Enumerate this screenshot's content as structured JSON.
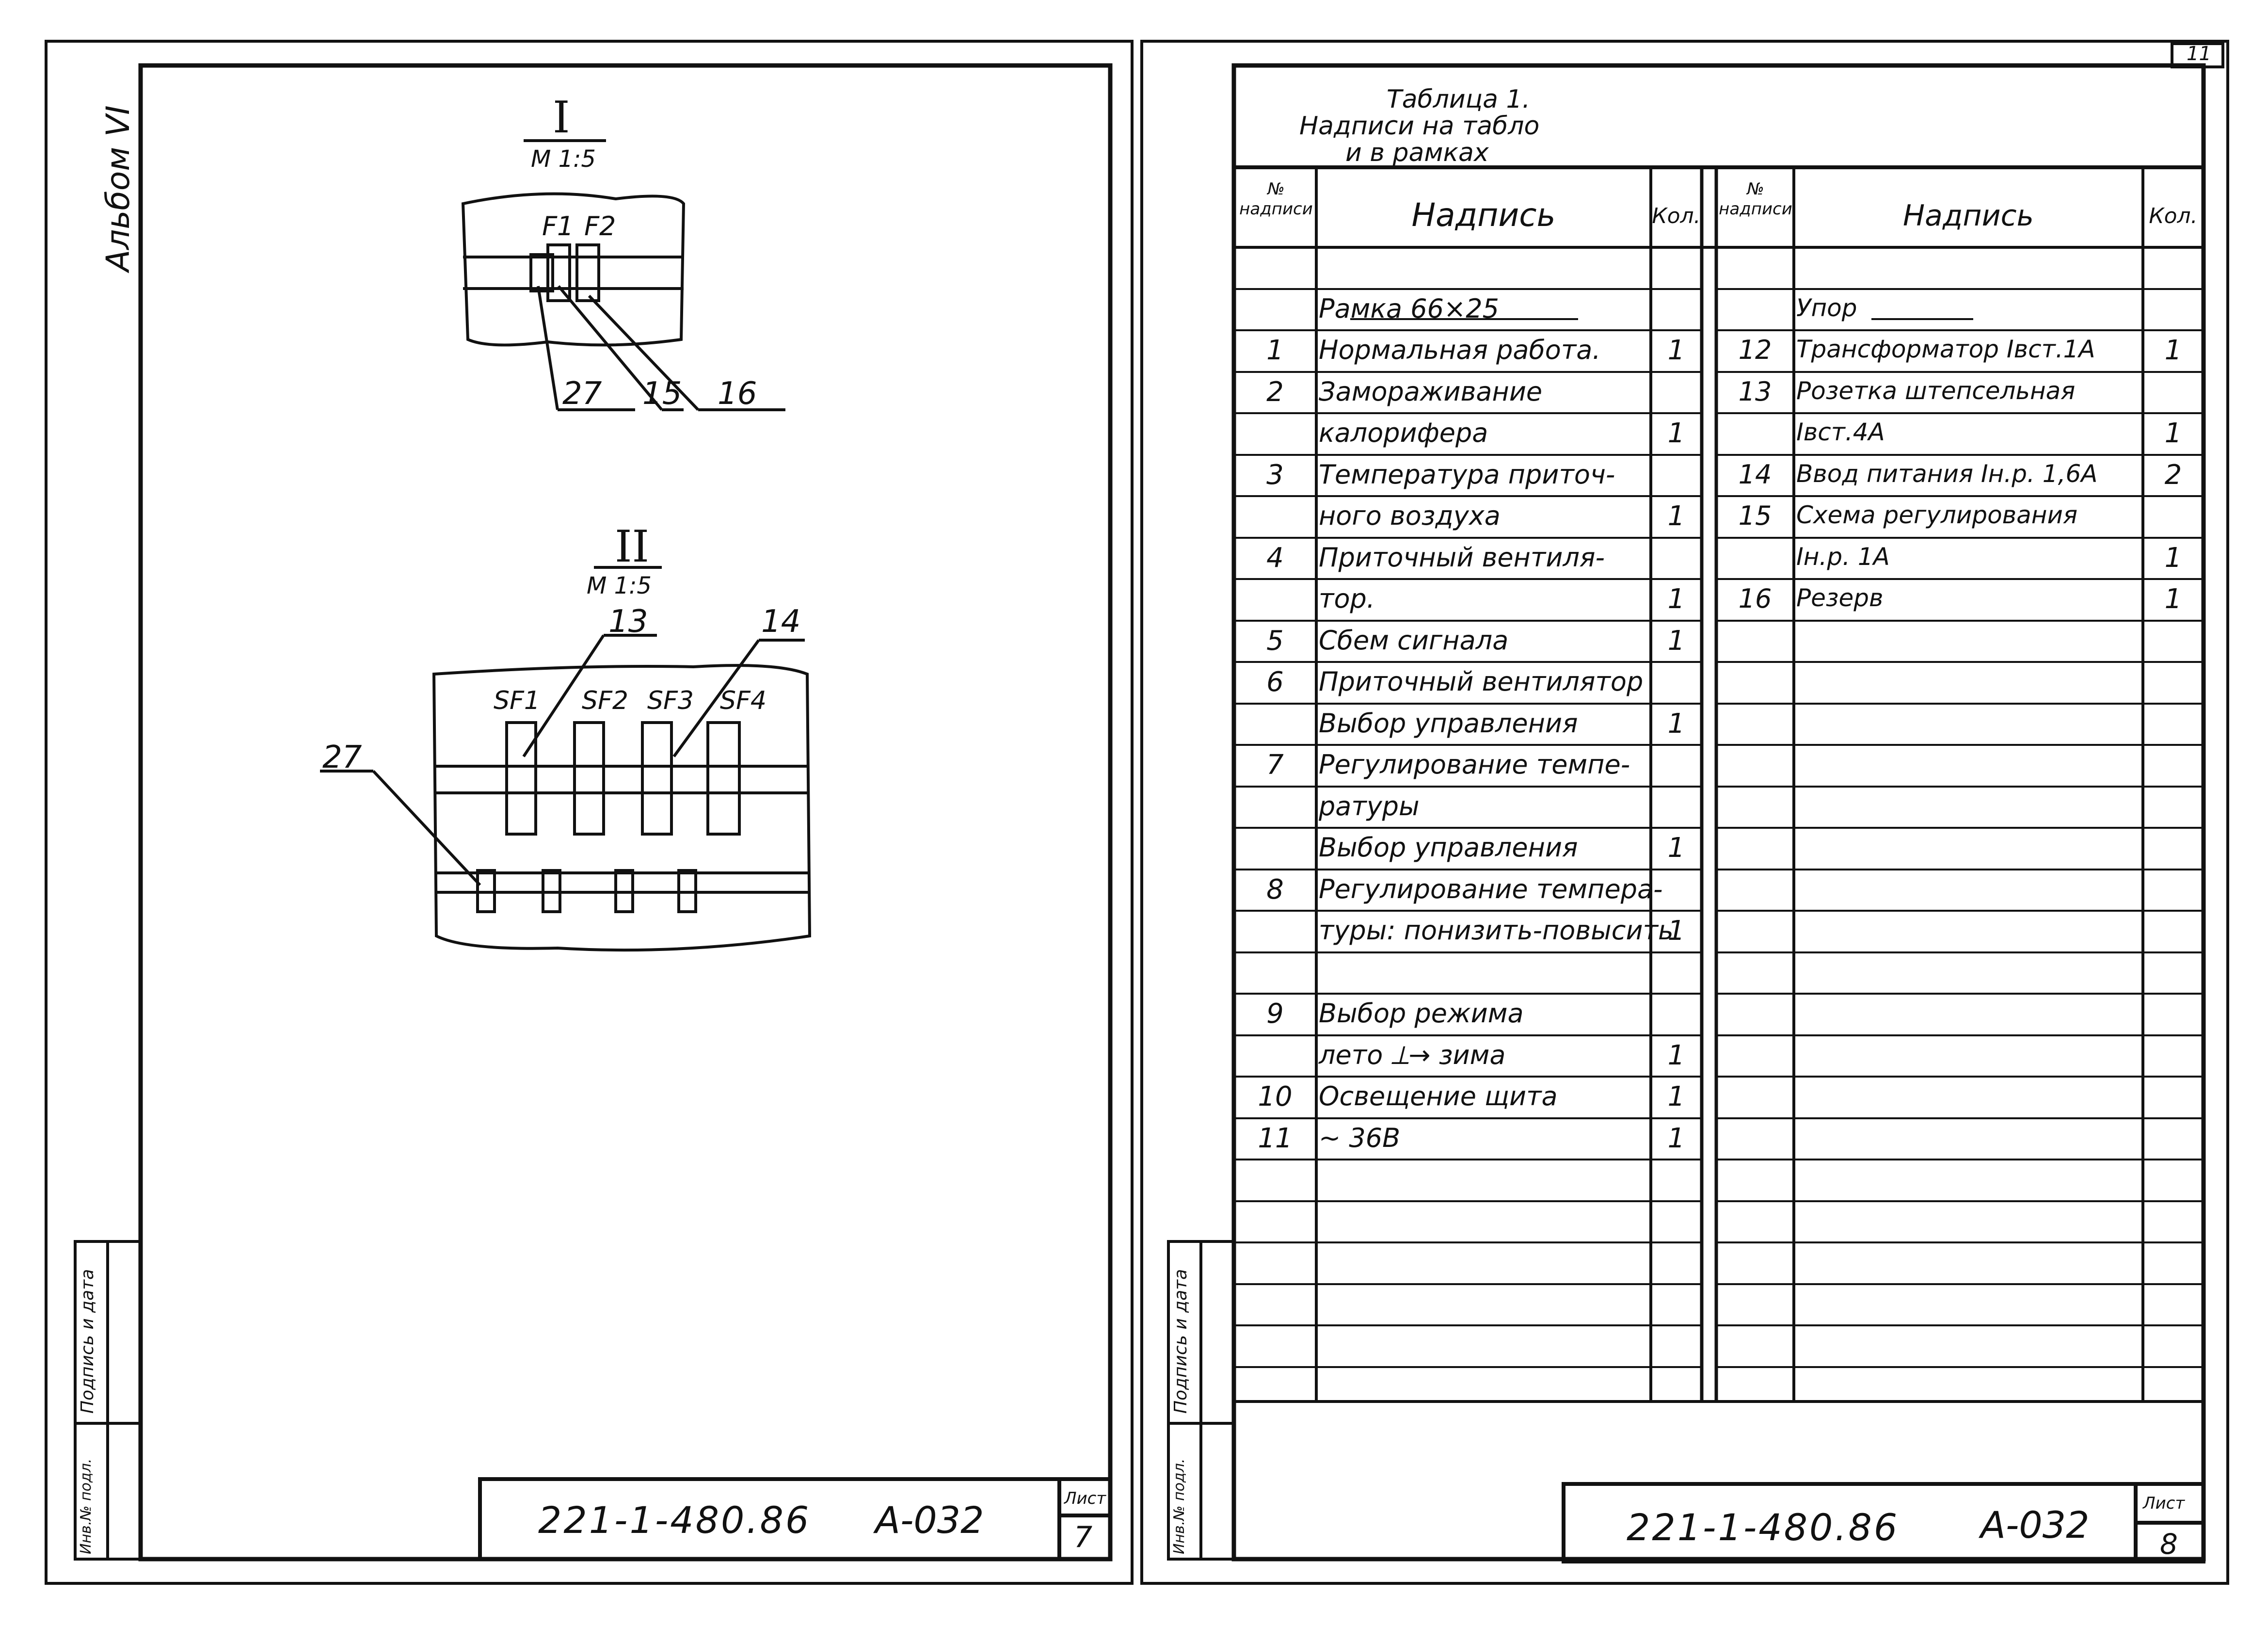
{
  "sheet_number_corner": "11",
  "left_sheet": {
    "album_label": "Альбом VI",
    "detail1": {
      "label": "I",
      "scale": "М 1:5",
      "switches": [
        "F1",
        "F2"
      ],
      "callouts": [
        "27",
        "15",
        "16"
      ]
    },
    "detail2": {
      "label": "II",
      "scale": "М 1:5",
      "breakers": [
        "SF1",
        "SF2",
        "SF3",
        "SF4"
      ],
      "callouts": [
        "13",
        "14",
        "27"
      ]
    },
    "side_stamp": {
      "inv_no": "Инв.№ подл.",
      "sign_date": "Подпись и дата"
    },
    "title_block": {
      "code": "221-1-480.86",
      "doc": "А-032",
      "sheet_label": "Лист",
      "sheet_no": "7"
    }
  },
  "right_sheet": {
    "table_title": [
      "Таблица 1.",
      "Надписи на табло",
      "и в рамках"
    ],
    "headers": {
      "no": "№ надписи",
      "text": "Надпись",
      "qty": "Кол."
    },
    "left_rows": [
      [
        "",
        "",
        ""
      ],
      [
        "",
        "Рамка 66×25",
        ""
      ],
      [
        "1",
        "Нормальная работа.",
        "1"
      ],
      [
        "2",
        "Замораживание",
        ""
      ],
      [
        "",
        "калорифера",
        "1"
      ],
      [
        "3",
        "Температура приточ-",
        ""
      ],
      [
        "",
        "ного воздуха",
        "1"
      ],
      [
        "4",
        "Приточный вентиля-",
        ""
      ],
      [
        "",
        "тор.",
        "1"
      ],
      [
        "5",
        "Сбем сигнала",
        "1"
      ],
      [
        "6",
        "Приточный вентилятор",
        ""
      ],
      [
        "",
        "Выбор управления",
        "1"
      ],
      [
        "7",
        "Регулирование темпе-",
        ""
      ],
      [
        "",
        "ратуры",
        ""
      ],
      [
        "",
        "Выбор управления",
        "1"
      ],
      [
        "8",
        "Регулирование темпера-",
        ""
      ],
      [
        "",
        "туры: понизить-повысить",
        "1"
      ],
      [
        "",
        "",
        ""
      ],
      [
        "9",
        "Выбор режима",
        ""
      ],
      [
        "",
        "лето ⟂→ зима",
        "1"
      ],
      [
        "10",
        "Освещение щита",
        "1"
      ],
      [
        "11",
        "~ 36В",
        "1"
      ]
    ],
    "right_rows": [
      [
        "",
        "",
        ""
      ],
      [
        "",
        "Упор",
        ""
      ],
      [
        "12",
        "Трансформатор Iвст.1А",
        "1"
      ],
      [
        "13",
        "Розетка штепсельная",
        ""
      ],
      [
        "",
        "Iвст.4А",
        "1"
      ],
      [
        "14",
        "Ввод питания Iн.р. 1,6А",
        "2"
      ],
      [
        "15",
        "Схема регулирования",
        ""
      ],
      [
        "",
        "Iн.р. 1А",
        "1"
      ],
      [
        "16",
        "Резерв",
        "1"
      ]
    ],
    "side_stamp": {
      "inv_no": "Инв.№ подл.",
      "sign_date": "Подпись и дата"
    },
    "title_block": {
      "code": "221-1-480.86",
      "doc": "А-032",
      "sheet_label": "Лист",
      "sheet_no": "8"
    }
  }
}
